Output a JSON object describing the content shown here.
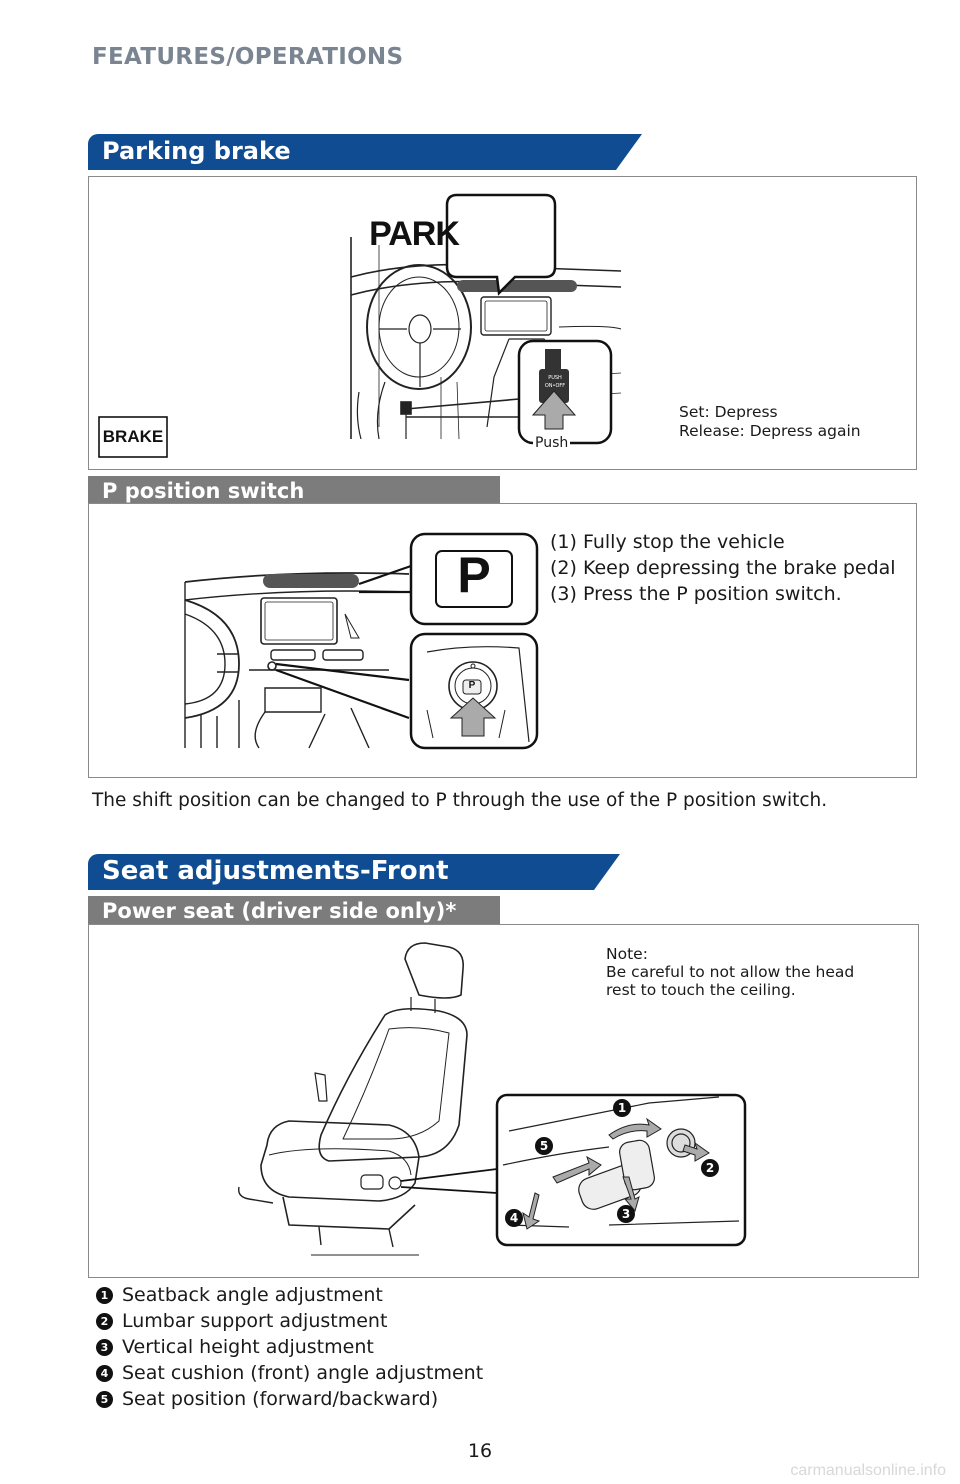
{
  "page": {
    "header": "FEATURES/OPERATIONS",
    "page_number": "16",
    "watermark": "carmanualsonline.info"
  },
  "parking_brake": {
    "title": "Parking brake",
    "park_label": "PARK",
    "brake_label": "BRAKE",
    "push_label": "Push",
    "instructions": [
      "Set: Depress",
      "Release: Depress again"
    ],
    "switch_text": [
      "PUSH",
      "ON•OFF"
    ]
  },
  "p_position": {
    "title": "P position switch",
    "p_label": "P",
    "steps": [
      "(1) Fully stop the vehicle",
      "(2) Keep depressing the brake pedal",
      "(3) Press the P position switch."
    ],
    "note": "The shift position can be changed to P through the use of the P position switch."
  },
  "seat": {
    "title": "Seat adjustments-Front",
    "subtitle": "Power seat (driver side only)*",
    "note_title": "Note:",
    "note_lines": [
      "Be careful to not allow the head",
      "rest to touch the ceiling."
    ],
    "callout_numbers": [
      "1",
      "2",
      "3",
      "4",
      "5"
    ],
    "legend": [
      {
        "num": "1",
        "text": "Seatback angle adjustment"
      },
      {
        "num": "2",
        "text": "Lumbar support adjustment"
      },
      {
        "num": "3",
        "text": "Vertical height adjustment"
      },
      {
        "num": "4",
        "text": "Seat cushion (front) angle adjustment"
      },
      {
        "num": "5",
        "text": "Seat position (forward/backward)"
      }
    ]
  },
  "colors": {
    "banner": "#0f4c92",
    "sub_banner": "#7c7c7c",
    "header_gray": "#7a8591"
  }
}
